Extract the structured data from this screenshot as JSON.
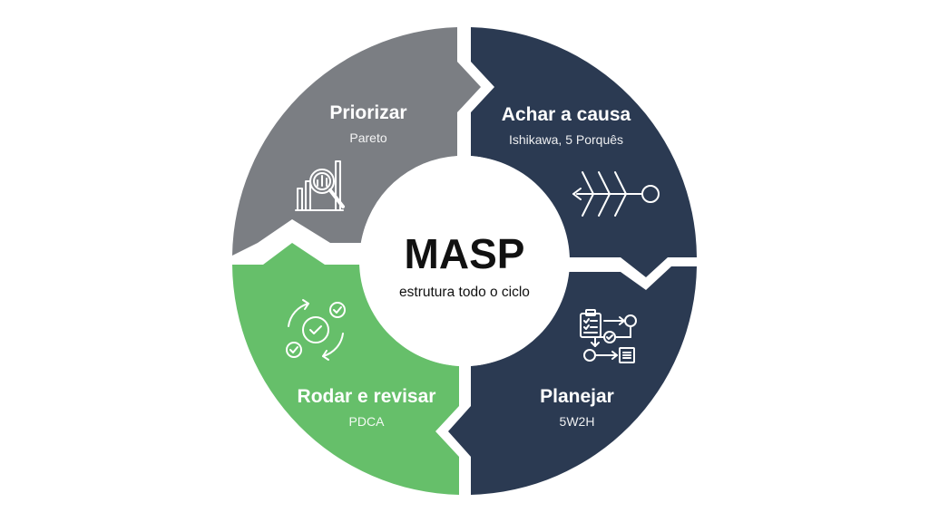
{
  "center": {
    "title": "MASP",
    "subtitle": "estrutura todo o ciclo"
  },
  "segments": [
    {
      "key": "priorizar",
      "title": "Priorizar",
      "subtitle": "Pareto",
      "color": "#7b7e83",
      "icon": "chart-magnifier-icon"
    },
    {
      "key": "causa",
      "title": "Achar a causa",
      "subtitle": "Ishikawa, 5 Porquês",
      "color": "#2b3a52",
      "icon": "fishbone-icon"
    },
    {
      "key": "planejar",
      "title": "Planejar",
      "subtitle": "5W2H",
      "color": "#2b3a52",
      "icon": "plan-flow-icon"
    },
    {
      "key": "rodar",
      "title": "Rodar e revisar",
      "subtitle": "PDCA",
      "color": "#66bf6a",
      "icon": "cycle-check-icon"
    }
  ]
}
